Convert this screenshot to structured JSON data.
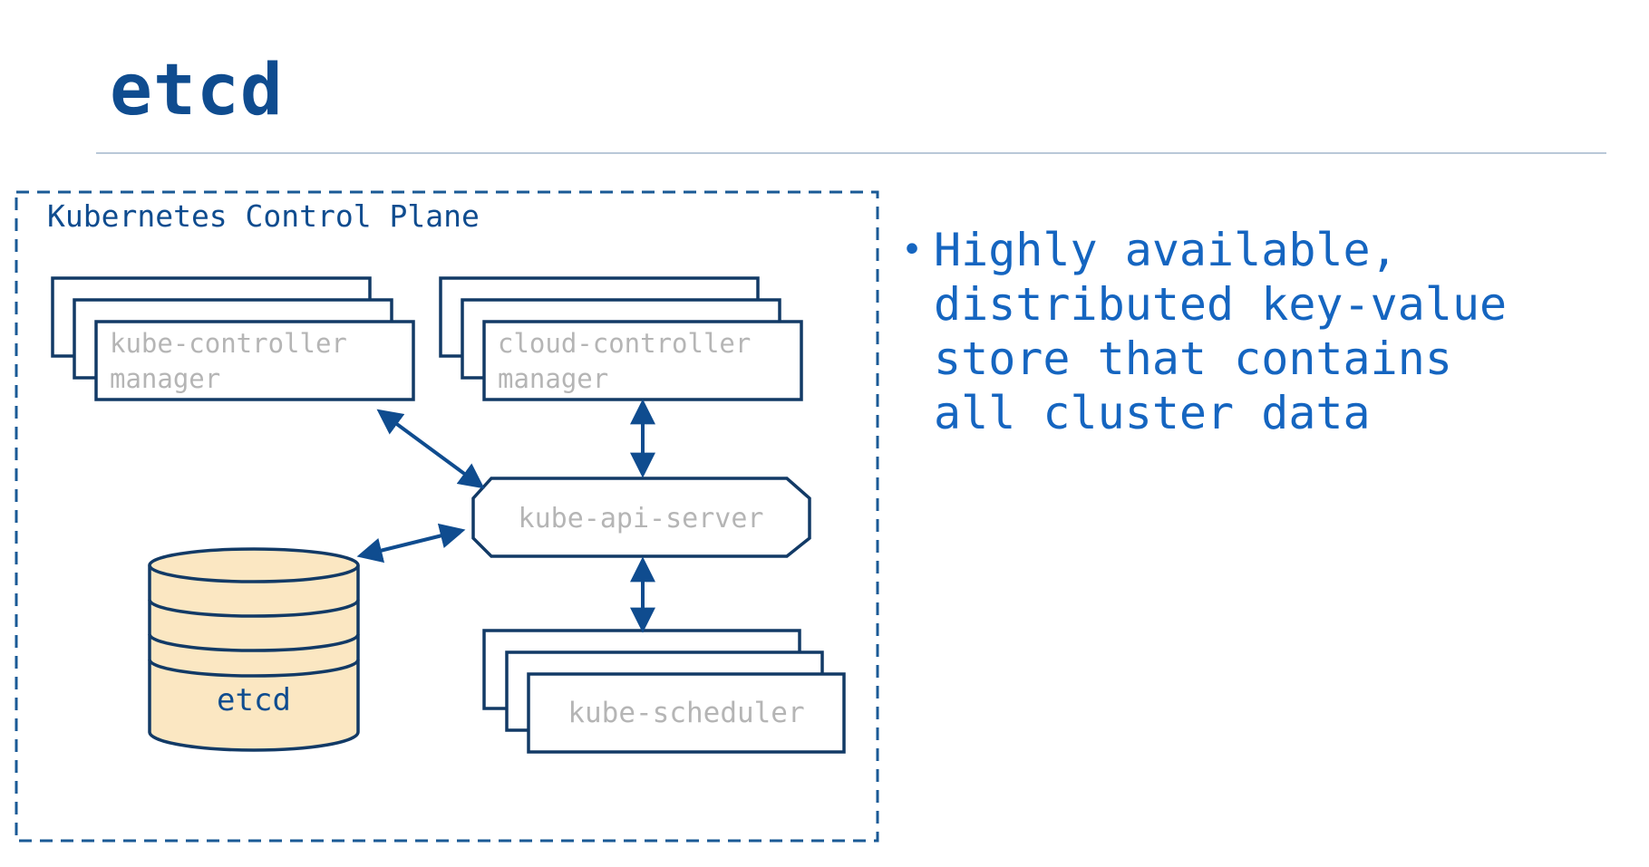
{
  "slide": {
    "title": "etcd"
  },
  "diagram": {
    "container_label": "Kubernetes Control Plane",
    "components": {
      "kube_controller_manager": {
        "line1": "kube-controller",
        "line2": "manager"
      },
      "cloud_controller_manager": {
        "line1": "cloud-controller",
        "line2": "manager"
      },
      "kube_api_server": "kube-api-server",
      "kube_scheduler": "kube-scheduler",
      "etcd": "etcd"
    }
  },
  "bullets": [
    {
      "lines": [
        "Highly available,",
        "distributed key-value",
        "store that contains",
        "all cluster data"
      ]
    }
  ],
  "colors": {
    "title": "#0f4c8f",
    "navy_stroke": "#123a66",
    "arrow": "#0f4c8f",
    "muted_text": "#b5b5b5",
    "etcd_fill": "#fbe7c2",
    "bullet_text": "#1565c0"
  }
}
